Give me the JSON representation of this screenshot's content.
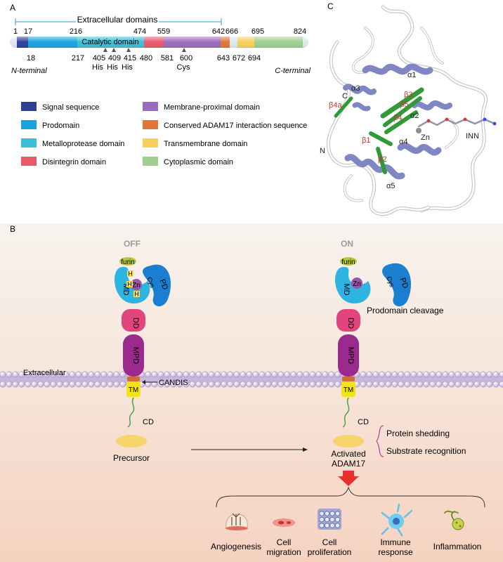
{
  "panel_labels": {
    "a": "A",
    "b": "B",
    "c": "C"
  },
  "panelA": {
    "extracellular_label": "Extracellular domains",
    "top_numbers": [
      "1",
      "17",
      "216",
      "474",
      "559",
      "642",
      "666",
      "695",
      "824"
    ],
    "bottom_numbers": [
      "18",
      "217",
      "405",
      "409",
      "415",
      "480",
      "581",
      "600",
      "643",
      "672",
      "694"
    ],
    "catalytic_label": "Catalytic domain",
    "his_labels": [
      "His",
      "His",
      "His"
    ],
    "cys_label": "Cys",
    "n_terminal": "N-terminal",
    "c_terminal": "C-terminal",
    "legend": [
      {
        "label": "Signal sequence",
        "color": "#2e3f97"
      },
      {
        "label": "Prodomain",
        "color": "#1aa3df"
      },
      {
        "label": "Metalloprotease domain",
        "color": "#3cbfd6"
      },
      {
        "label": "Disintegrin domain",
        "color": "#e85a6a"
      },
      {
        "label": "Membrane-proximal domain",
        "color": "#9b6bbb"
      },
      {
        "label": "Conserved ADAM17 interaction sequence",
        "color": "#e0763a"
      },
      {
        "label": "Transmembrane domain",
        "color": "#f6cf5d"
      },
      {
        "label": "Cytoplasmic domain",
        "color": "#9fce8f"
      }
    ]
  },
  "panelC": {
    "labels": {
      "a1": "α1",
      "a2": "α2",
      "a3": "α3",
      "a4": "α4",
      "a5": "α5",
      "b1": "β1",
      "b2": "β2",
      "b3": "β3",
      "b4": "β4",
      "b4a": "β4a",
      "b5": "β5",
      "c": "C",
      "n": "N",
      "zn": "Zn",
      "inn": "INN"
    }
  },
  "panelB": {
    "off": "OFF",
    "on": "ON",
    "furin": "furin",
    "md": "MD",
    "zn": "Zn",
    "cys": "Cys",
    "pd": "PD",
    "dd": "DD",
    "mpd": "MPD",
    "tm": "TM",
    "cd": "CD",
    "h": "H",
    "candis": "CANDIS",
    "extracellular": "Extracellular",
    "precursor": "Precursor",
    "activated_1": "Activated",
    "activated_2": "ADAM17",
    "prodomain_cleavage": "Prodomain cleavage",
    "functions": [
      "Protein shedding",
      "Substrate recognition"
    ],
    "outcomes": [
      {
        "line1": "Angiogenesis",
        "line2": ""
      },
      {
        "line1": "Cell",
        "line2": "migration"
      },
      {
        "line1": "Cell",
        "line2": "proliferation"
      },
      {
        "line1": "Immune",
        "line2": "response"
      },
      {
        "line1": "Inflammation",
        "line2": ""
      }
    ]
  }
}
